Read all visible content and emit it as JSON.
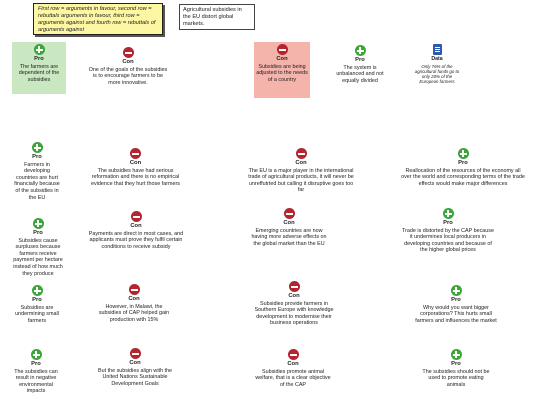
{
  "note": "First row = arguments in favour, second row = rebuttals arguments in favour, third row = arguments against and fourth row = rebuttals of arguments against",
  "title": "Agricultural subsidies in the EU distort global markets.",
  "nodes": [
    {
      "kind": "Pro",
      "text": "The farmers are dependent of the subsidies"
    },
    {
      "kind": "Con",
      "text": "One of the goals of the subsidies is to encourage farmers to be more innovative."
    },
    {
      "kind": "Con",
      "text": "Subsidies are being adjusted to the needs of a country"
    },
    {
      "kind": "Pro",
      "text": "The system is unbalanced and not equally divided"
    },
    {
      "kind": "Data",
      "text": "Only 76% of the agricultural funds go to only 20% of the European farmers"
    },
    {
      "kind": "Pro",
      "text": "Farmers in developing countries are hurt financially because of the subsidies in the EU"
    },
    {
      "kind": "Con",
      "text": "The subsidies have had serious reformation and there is no empirical evidence that they hurt those farmers"
    },
    {
      "kind": "Con",
      "text": "The EU is a major player in the international trade of agricultural products, it will never be unreffutrted but calling it disruptive goes too far"
    },
    {
      "kind": "Pro",
      "text": "Reallocation of the resources of the economy all over the world and corresponding terms of the trade effects would make major differences"
    },
    {
      "kind": "Pro",
      "text": "Subsidies cause surpluses because farmers receive payment per hectare instead of how much they produce"
    },
    {
      "kind": "Con",
      "text": "Payments are direct in most cases, and applicants must prove they fulfil certain conditions to receive subsidy"
    },
    {
      "kind": "Con",
      "text": "Emerging countries are now having more adverse effects on the global market than the EU"
    },
    {
      "kind": "Pro",
      "text": "Trade is distorted by the CAP because it undermines local producers in developing countries and because of the higher global prices"
    },
    {
      "kind": "Pro",
      "text": "Subsidies are undermining small farmers"
    },
    {
      "kind": "Con",
      "text": "However, in Malawi, the subsidies of CAP helped gain production with 15%"
    },
    {
      "kind": "Con",
      "text": "Subsidies provide farmers in Southern Europe with knowledge development to modernise their business operations"
    },
    {
      "kind": "Pro",
      "text": "Why would you want bigger corporations? This hurts small farmers and influences the market"
    },
    {
      "kind": "Pro",
      "text": "The subsidies can result in negative environmental impacts"
    },
    {
      "kind": "Con",
      "text": "But the subsidies align with the United Nations Sustainable Development Goals"
    },
    {
      "kind": "Con",
      "text": "Subsidies promote animal welfare, that is a clear objective of the CAP"
    },
    {
      "kind": "Pro",
      "text": "The subsidies should not be used to promote eating animals"
    }
  ]
}
